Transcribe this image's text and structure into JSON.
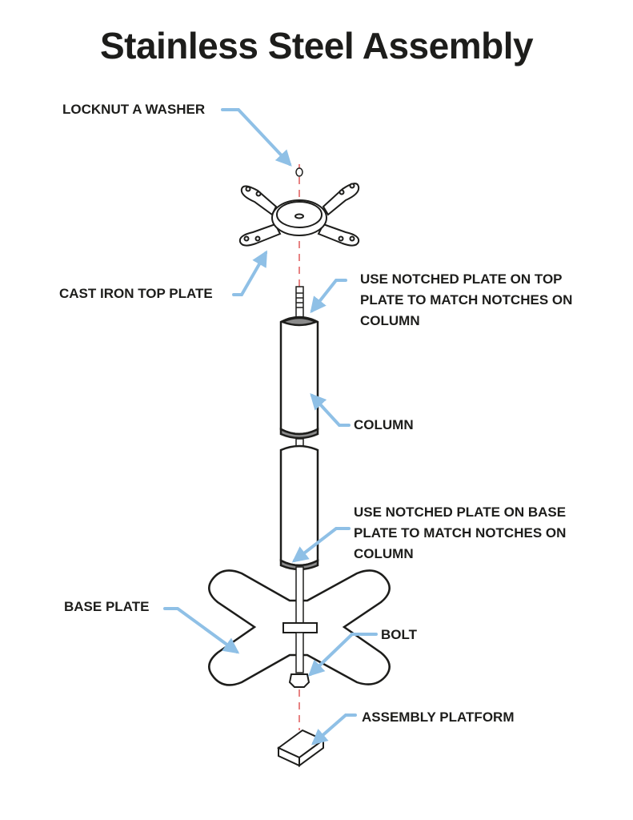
{
  "title": "Stainless Steel Assembly",
  "colors": {
    "ink": "#1d1d1b",
    "arrow": "#8fc0e6",
    "axis": "#e05a5a",
    "shade": "#8a8a8a"
  },
  "labels": {
    "locknut": "LOCKNUT A WASHER",
    "top_plate": "CAST IRON TOP PLATE",
    "notch_top": [
      "USE NOTCHED PLATE ON TOP",
      "PLATE TO MATCH NOTCHES ON",
      "COLUMN"
    ],
    "column": "COLUMN",
    "notch_base": [
      "USE NOTCHED PLATE ON BASE",
      "PLATE TO MATCH NOTCHES ON",
      "COLUMN"
    ],
    "base_plate": "BASE PLATE",
    "bolt": "BOLT",
    "platform": "ASSEMBLY PLATFORM"
  }
}
